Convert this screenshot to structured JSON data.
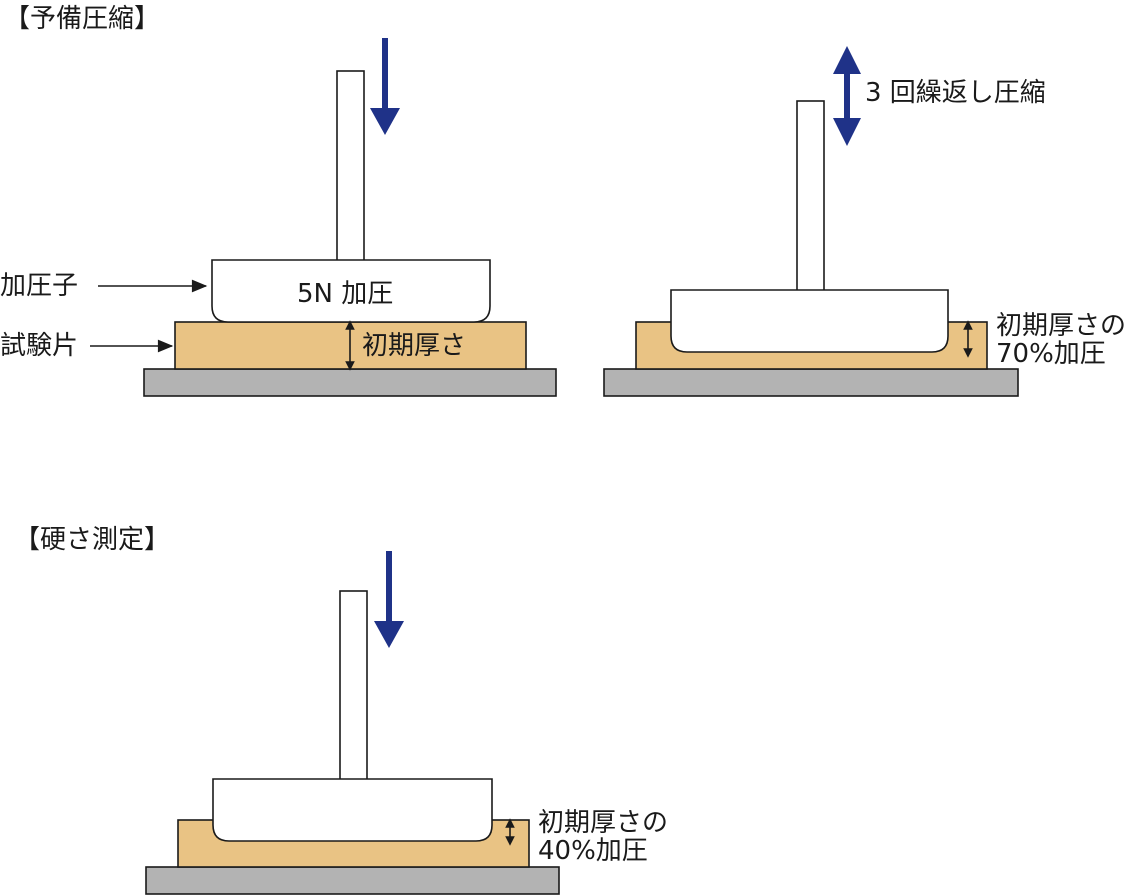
{
  "colors": {
    "specimen": "#e9c384",
    "base": "#b3b3b3",
    "indenter": "#ffffff",
    "outline": "#1a1a1a",
    "arrow": "#1f3288"
  },
  "sections": {
    "preliminary": {
      "heading": "【予備圧縮】",
      "step1": {
        "load_label": "5N 加圧",
        "thickness_label": "初期厚さ",
        "indenter_label": "加圧子",
        "specimen_label": "試験片"
      },
      "step2": {
        "motion_label": "3 回繰返し圧縮",
        "thickness_label_line1": "初期厚さの",
        "thickness_label_line2": "70%加圧"
      }
    },
    "hardness": {
      "heading": "【硬さ測定】",
      "step1": {
        "thickness_label_line1": "初期厚さの",
        "thickness_label_line2": "40%加圧"
      }
    }
  }
}
